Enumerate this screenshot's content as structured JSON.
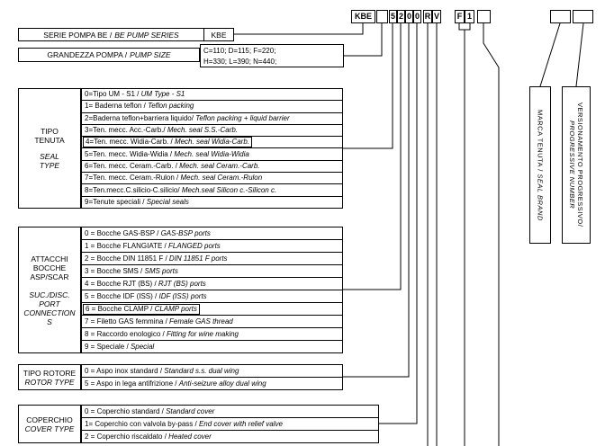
{
  "code_row": {
    "boxes": [
      {
        "label": "KBE"
      },
      {
        "label": ""
      },
      {
        "label": "5"
      },
      {
        "label": "2"
      },
      {
        "label": "0"
      },
      {
        "label": "0"
      },
      {
        "label": "R"
      },
      {
        "label": "V"
      },
      {
        "label": "F"
      },
      {
        "label": "1"
      },
      {
        "label": ""
      },
      {
        "label": ""
      },
      {
        "label": ""
      }
    ]
  },
  "series": {
    "label_it": "SERIE POMPA BE /",
    "label_en": "BE PUMP SERIES",
    "value": "KBE"
  },
  "size": {
    "label_it": "GRANDEZZA POMPA /",
    "label_en": "PUMP SIZE",
    "values_line1": "C=110; D=115; F=220;",
    "values_line2": "H=330; L=390; N=440;"
  },
  "seal": {
    "title_line1": "TIPO",
    "title_line2": "TENUTA",
    "subtitle_line1": "SEAL",
    "subtitle_line2": "TYPE",
    "options": [
      {
        "it": "0=Tipo UM - S1 /",
        "en": "UM Type - S1",
        "highlight": false
      },
      {
        "it": "1= Baderna teflon /",
        "en": "Teflon packing",
        "highlight": false
      },
      {
        "it": "2=Baderna teflon+barriera liquido/",
        "en": "Teflon packing + liquid barrier",
        "highlight": false
      },
      {
        "it": "3=Ten. mecc. Acc.-Carb./",
        "en": "Mech. seal S.S.-Carb.",
        "highlight": false
      },
      {
        "it": "4=Ten. mecc. Widia-Carb. /",
        "en": "Mech. seal Widia-Carb.",
        "highlight": true
      },
      {
        "it": "5=Ten. mecc. Widia-Widia /",
        "en": "Mech. seal Widia-Widia",
        "highlight": false
      },
      {
        "it": "6=Ten. mecc. Ceram.-Carb. /",
        "en": "Mech. seal Ceram.-Carb.",
        "highlight": false
      },
      {
        "it": "7=Ten. mecc. Ceram.-Rulon /",
        "en": "Mech. seal Ceram.-Rulon",
        "highlight": false
      },
      {
        "it": "8=Ten.mecc.C.silicio-C.silicio/",
        "en": "Mech.seal Silicon c.-Silicon c.",
        "highlight": false
      },
      {
        "it": "9=Tenute speciali /",
        "en": "Special seals",
        "highlight": false
      }
    ]
  },
  "ports": {
    "title_line1": "ATTACCHI",
    "title_line2": "BOCCHE",
    "title_line3": "ASP/SCAR",
    "subtitle_line1": "SUC./DISC.",
    "subtitle_line2": "PORT",
    "subtitle_line3": "CONNECTION",
    "subtitle_line4": "S",
    "options": [
      {
        "it": "0 = Bocche GAS-BSP /",
        "en": "GAS-BSP ports",
        "highlight": false
      },
      {
        "it": "1 = Bocche FLANGIATE /",
        "en": "FLANGED ports",
        "highlight": false
      },
      {
        "it": "2 = Bocche DIN 11851 F /",
        "en": "DIN 11851 F ports",
        "highlight": false
      },
      {
        "it": "3 = Bocche SMS /",
        "en": "SMS ports",
        "highlight": false
      },
      {
        "it": "4 = Bocche RJT (BS) /",
        "en": "RJT (BS) ports",
        "highlight": false
      },
      {
        "it": "5 = Bocche IDF (ISS) /",
        "en": "IDF (ISS) ports",
        "highlight": false
      },
      {
        "it": "6 = Bocche CLAMP /",
        "en": "CLAMP ports",
        "highlight": true
      },
      {
        "it": "7 = Filetto GAS femmina /",
        "en": "Female GAS thread",
        "highlight": false
      },
      {
        "it": "8 = Raccordo enologico /",
        "en": "Fitting for wine making",
        "highlight": false
      },
      {
        "it": "9 = Speciale /",
        "en": "Special",
        "highlight": false
      }
    ]
  },
  "rotor": {
    "title": "TIPO ROTORE",
    "subtitle": "ROTOR TYPE",
    "options": [
      {
        "it": "0 = Aspo inox standard /",
        "en": "Standard s.s. dual wing",
        "highlight": false
      },
      {
        "it": "5 = Aspo in lega antifrizione /",
        "en": "Anti-seizure alloy dual wing",
        "highlight": false
      }
    ]
  },
  "cover": {
    "title": "COPERCHIO",
    "subtitle": "COVER TYPE",
    "options": [
      {
        "it": "0 = Coperchio standard /",
        "en": "Standard cover",
        "highlight": false
      },
      {
        "it": "1= Coperchio con valvola by-pass /",
        "en": "End cover with relief valve",
        "highlight": false
      },
      {
        "it": "2 = Coperchio riscaldato /",
        "en": "Heated cover",
        "highlight": false
      }
    ]
  },
  "right_labels": {
    "seal_brand_it": "MARCA TENUTA /",
    "seal_brand_en": "SEAL BRAND",
    "progressive_it": "VERSIONAMENTO PROGRESSIVO/",
    "progressive_en": "PROGRESSIVE NUMBER"
  }
}
